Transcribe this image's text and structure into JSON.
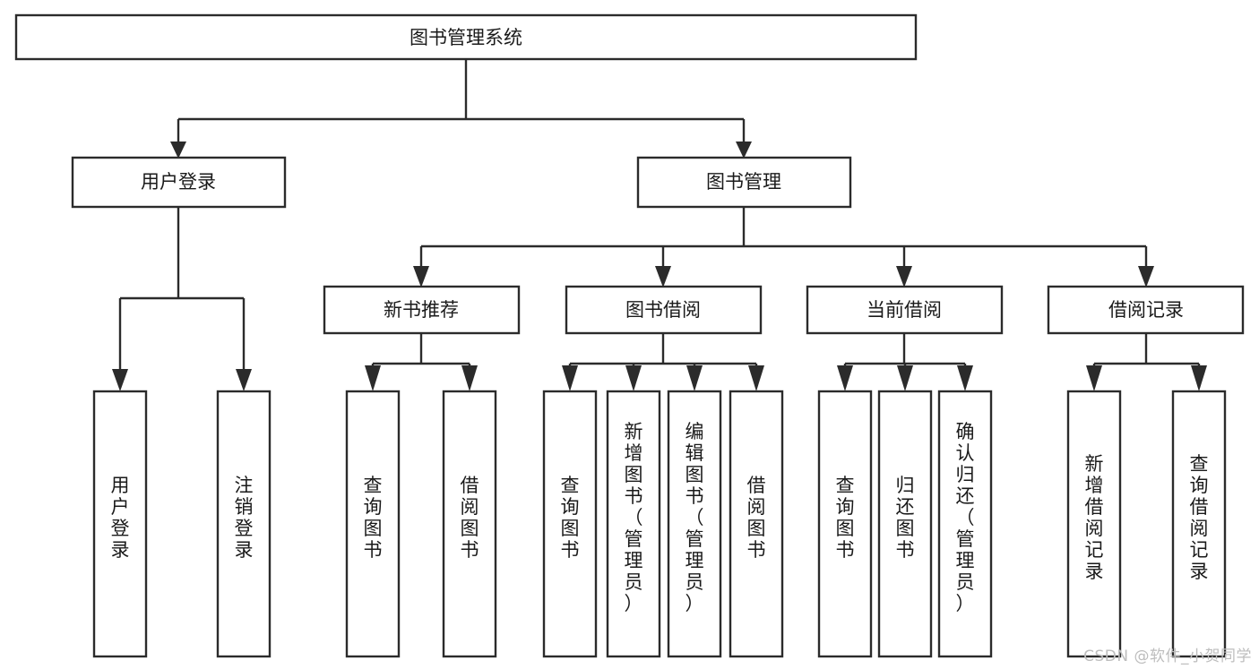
{
  "diagram": {
    "type": "tree",
    "title": "图书管理系统",
    "orientation": "top-down",
    "background_color": "#ffffff",
    "line_color": "#2b2b2b",
    "text_color": "#1a1a1a",
    "box_fill": "#ffffff"
  },
  "nodes": {
    "root": {
      "label": "图书管理系统",
      "level": 1,
      "orientation": "horizontal"
    },
    "l2": [
      {
        "id": "user-login",
        "label": "用户登录",
        "level": 2,
        "orientation": "horizontal"
      },
      {
        "id": "book-manage",
        "label": "图书管理",
        "level": 2,
        "orientation": "horizontal"
      }
    ],
    "l3": [
      {
        "id": "new-book-recommend",
        "label": "新书推荐",
        "level": 3,
        "orientation": "horizontal",
        "parent": "book-manage"
      },
      {
        "id": "book-borrow",
        "label": "图书借阅",
        "level": 3,
        "orientation": "horizontal",
        "parent": "book-manage"
      },
      {
        "id": "current-borrow",
        "label": "当前借阅",
        "level": 3,
        "orientation": "horizontal",
        "parent": "book-manage"
      },
      {
        "id": "borrow-record",
        "label": "借阅记录",
        "level": 3,
        "orientation": "horizontal",
        "parent": "book-manage"
      }
    ],
    "leaves": [
      {
        "id": "leaf-user-login",
        "label": "用户登录",
        "parent": "user-login",
        "orientation": "vertical"
      },
      {
        "id": "leaf-user-logout",
        "label": "注销登录",
        "parent": "user-login",
        "orientation": "vertical"
      },
      {
        "id": "leaf-query-book-1",
        "label": "查询图书",
        "parent": "new-book-recommend",
        "orientation": "vertical"
      },
      {
        "id": "leaf-borrow-book-1",
        "label": "借阅图书",
        "parent": "new-book-recommend",
        "orientation": "vertical"
      },
      {
        "id": "leaf-query-book-2",
        "label": "查询图书",
        "parent": "book-borrow",
        "orientation": "vertical"
      },
      {
        "id": "leaf-add-book",
        "label": "新增图书（管理员）",
        "parent": "book-borrow",
        "orientation": "vertical"
      },
      {
        "id": "leaf-edit-book",
        "label": "编辑图书（管理员）",
        "parent": "book-borrow",
        "orientation": "vertical"
      },
      {
        "id": "leaf-borrow-book-2",
        "label": "借阅图书",
        "parent": "book-borrow",
        "orientation": "vertical"
      },
      {
        "id": "leaf-query-book-3",
        "label": "查询图书",
        "parent": "current-borrow",
        "orientation": "vertical"
      },
      {
        "id": "leaf-return-book",
        "label": "归还图书",
        "parent": "current-borrow",
        "orientation": "vertical"
      },
      {
        "id": "leaf-confirm-return",
        "label": "确认归还（管理员）",
        "parent": "current-borrow",
        "orientation": "vertical"
      },
      {
        "id": "leaf-add-record",
        "label": "新增借阅记录",
        "parent": "borrow-record",
        "orientation": "vertical"
      },
      {
        "id": "leaf-query-record",
        "label": "查询借阅记录",
        "parent": "borrow-record",
        "orientation": "vertical"
      }
    ]
  },
  "watermark": {
    "text": "CSDN @软件_小贺同学"
  }
}
